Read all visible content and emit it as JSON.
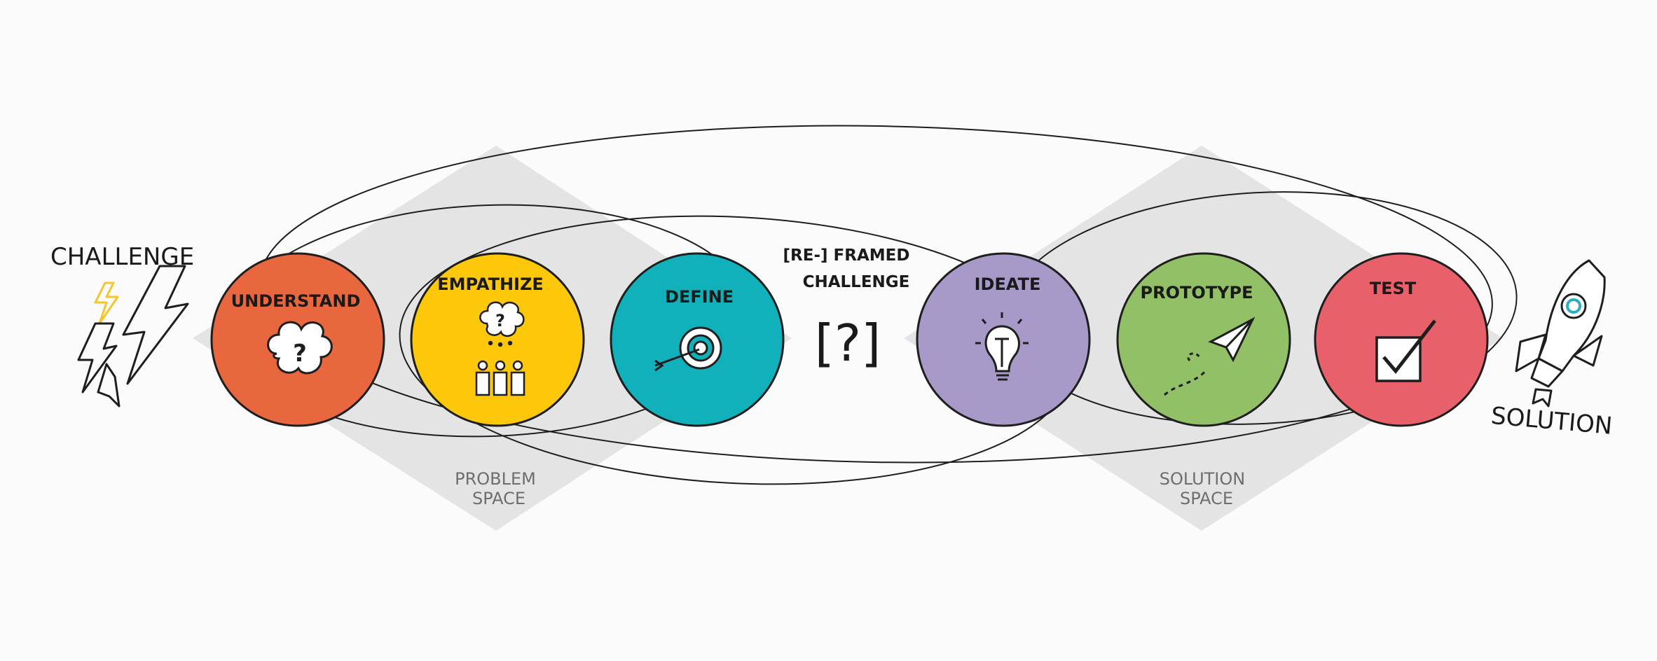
{
  "challenge_label": "CHALLENGE",
  "solution_label": "SOLUTION",
  "problem_space": {
    "line1": "PROBLEM",
    "line2": "SPACE"
  },
  "solution_space": {
    "line1": "SOLUTION",
    "line2": "SPACE"
  },
  "reframed": {
    "line1": "[RE-] FRAMED",
    "line2": "CHALLENGE",
    "symbol": "[?]"
  },
  "stages": [
    {
      "label": "UNDERSTAND",
      "color": "#e8673f",
      "icon": "thought-cloud-question-icon"
    },
    {
      "label": "EMPATHIZE",
      "color": "#fdc70a",
      "icon": "people-thinking-icon"
    },
    {
      "label": "DEFINE",
      "color": "#11b1bc",
      "icon": "target-arrow-icon"
    },
    {
      "label": "IDEATE",
      "color": "#a89ac8",
      "icon": "lightbulb-icon"
    },
    {
      "label": "PROTOTYPE",
      "color": "#92c066",
      "icon": "paper-plane-icon"
    },
    {
      "label": "TEST",
      "color": "#e8616a",
      "icon": "checkbox-icon"
    }
  ],
  "colors": {
    "diamond": "#e4e4e4",
    "outline": "#1e1e1e",
    "space_label": "#6e6e6e",
    "lightning_accent": "#f7c52a",
    "rocket_accent": "#2aaec5"
  }
}
